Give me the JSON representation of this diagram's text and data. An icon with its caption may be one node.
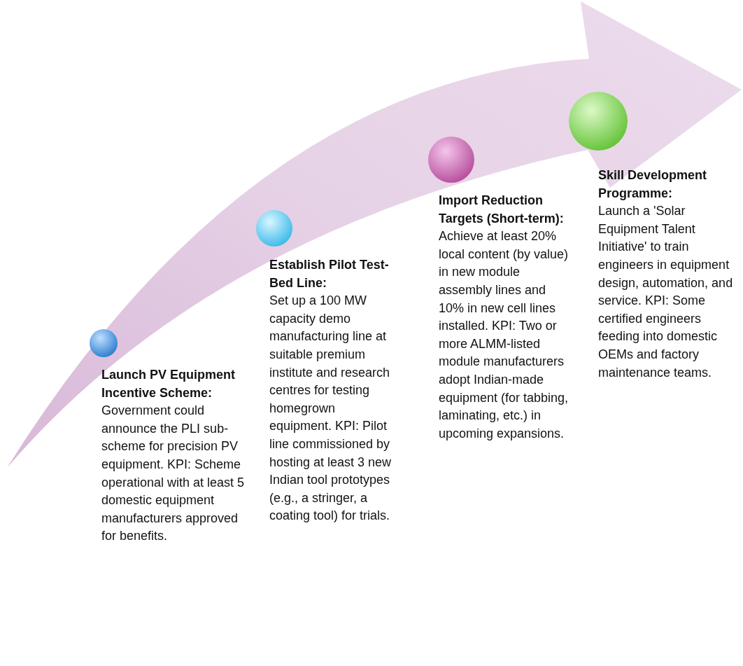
{
  "diagram": {
    "nodes": [
      {
        "text": [],
        "shape": "circle",
        "beside": [
          "Launch PV Equipment Incentive Scheme:",
          "Government could announce the PLI sub-scheme for precision PV equipment. KPI: Scheme operational with at least 5 domestic equipment manufacturers approved for benefits."
        ]
      },
      {
        "text": [],
        "shape": "circle",
        "beside": [
          "Establish Pilot Test-Bed Line:",
          "Set up a 100 MW capacity demo manufacturing line at suitable premium institute and research centres  for testing homegrown equipment. KPI: Pilot line commissioned by hosting at least 3 new Indian tool prototypes (e.g., a stringer, a coating tool) for trials."
        ]
      },
      {
        "text": [],
        "shape": "circle",
        "beside": [
          "Import Reduction Targets (Short-term):",
          "Achieve at least 20% local content (by value) in new module assembly lines and 10% in new cell lines installed. KPI: Two or more ALMM-listed module manufacturers adopt Indian-made equipment (for tabbing, laminating, etc.) in upcoming expansions."
        ]
      },
      {
        "text": [],
        "shape": "circle",
        "beside": [
          "Skill Development Programme:",
          "Launch a 'Solar Equipment Talent Initiative' to train engineers in equipment design, automation, and service. KPI: Some certified engineers feeding into domestic OEMs and factory maintenance teams."
        ]
      }
    ]
  }
}
